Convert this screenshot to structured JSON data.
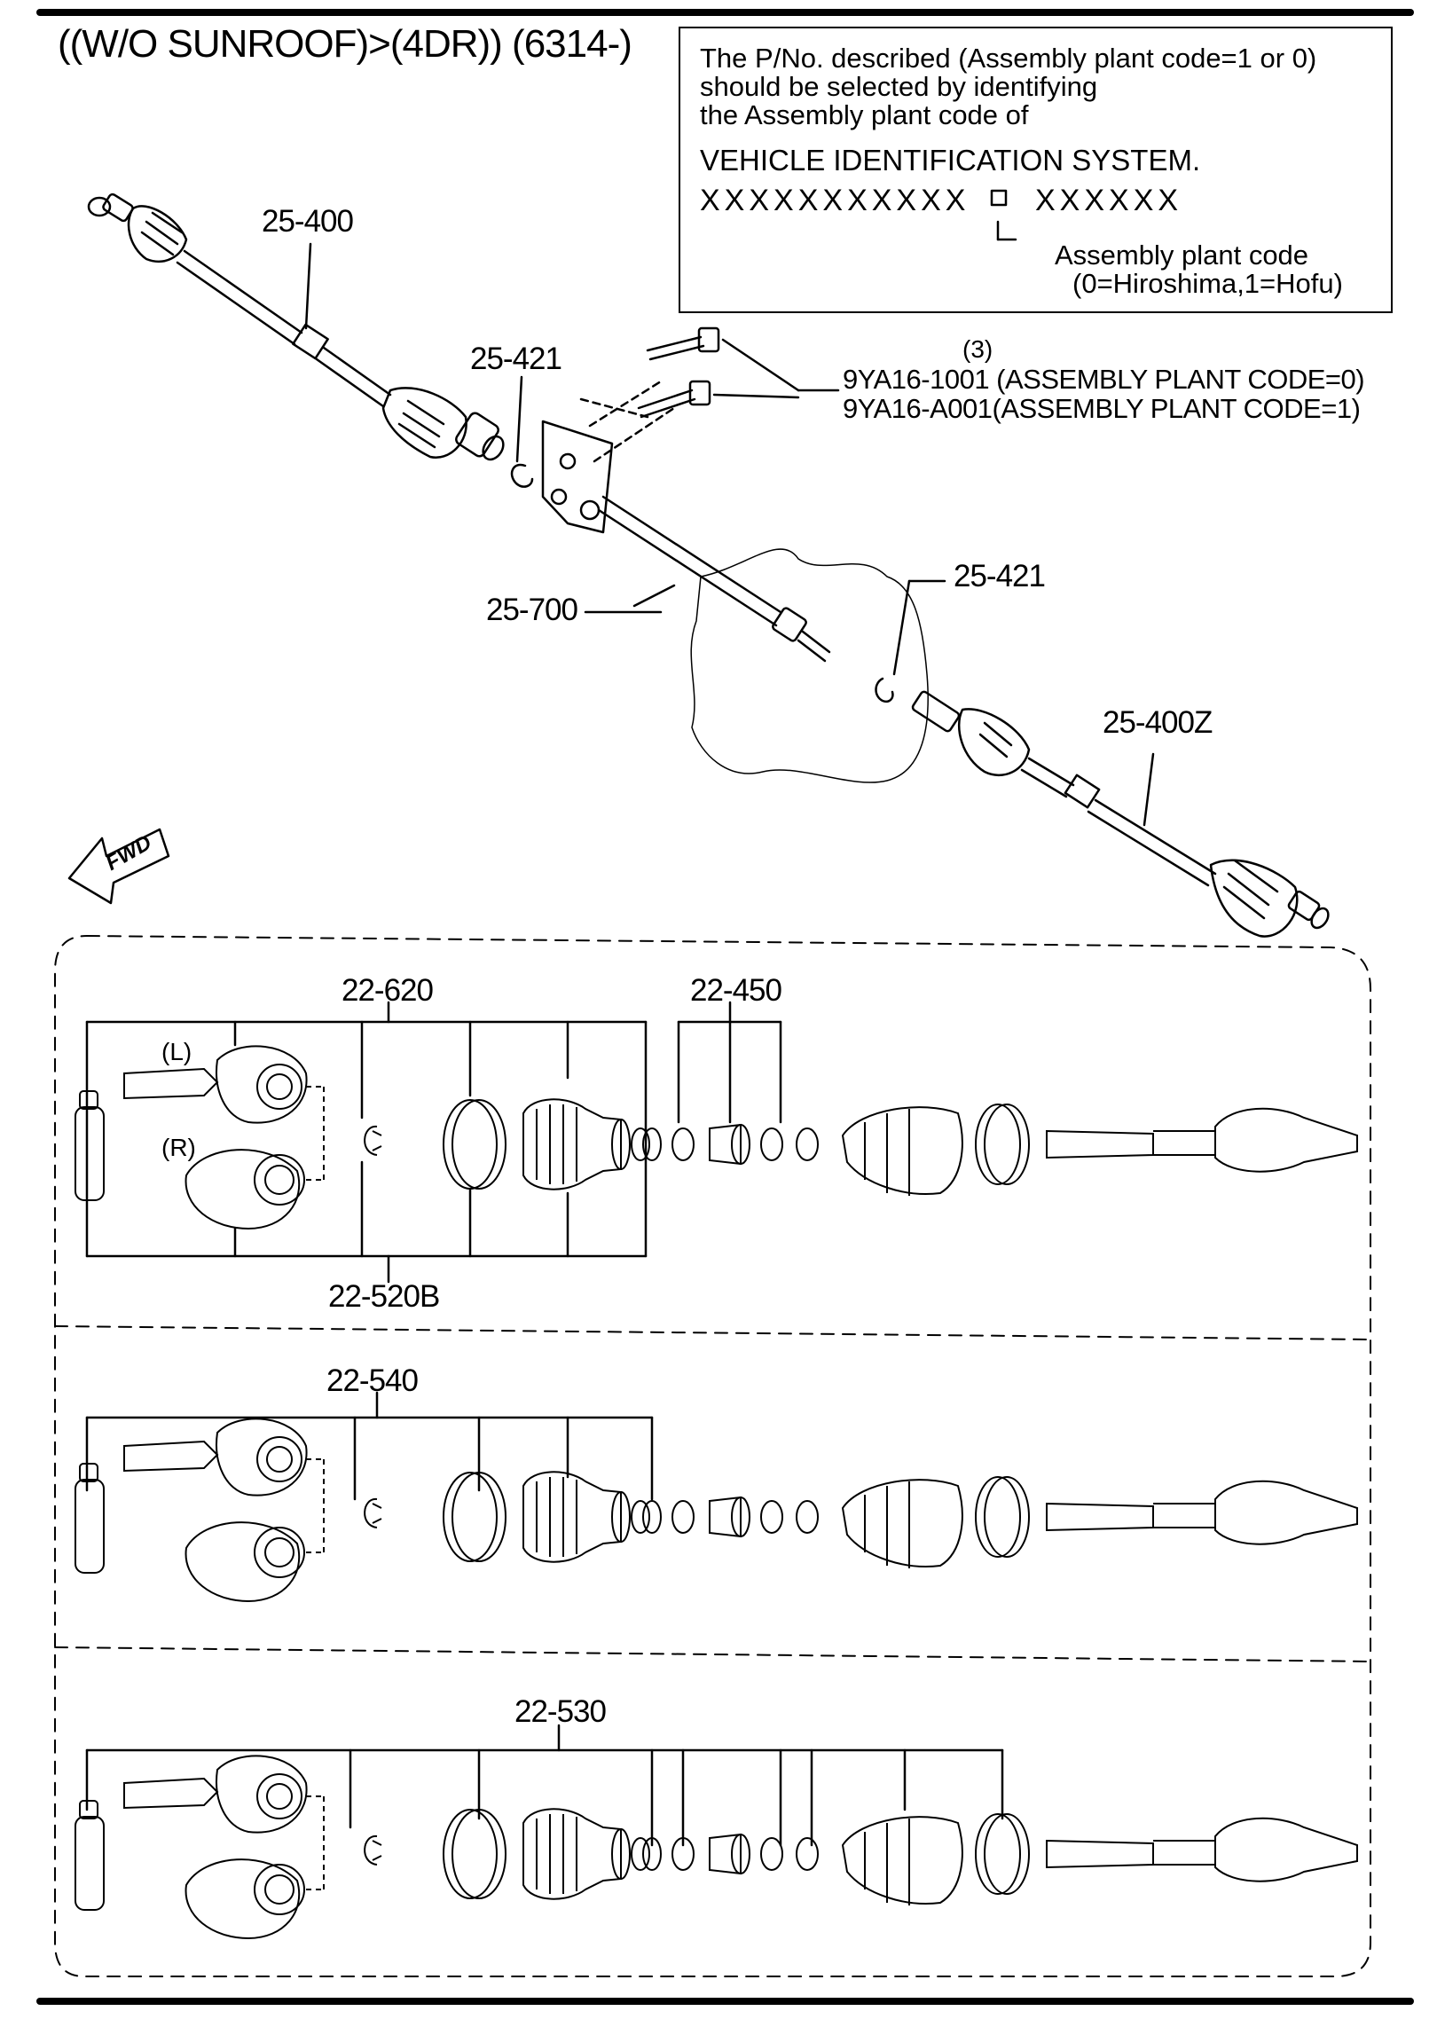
{
  "header": {
    "title": "((W/O SUNROOF)>(4DR)) (6314-)"
  },
  "note": {
    "line1": "The P/No. described (Assembly plant code=1 or 0)",
    "line2": "should be selected by identifying",
    "line3": "the Assembly plant code of",
    "line4": "VEHICLE IDENTIFICATION SYSTEM.",
    "vin_prefix": "XXXXXXXXXXX",
    "vin_suffix": "XXXXXX",
    "plant_label": "Assembly plant code",
    "plant_values": "(0=Hiroshima,1=Hofu)"
  },
  "callouts": {
    "shaft_left": "25-400",
    "clip_left": "25-421",
    "bolt_qty": "(3)",
    "bolt_a": "9YA16-1001 (ASSEMBLY PLANT CODE=0)",
    "bolt_b": "9YA16-A001(ASSEMBLY PLANT CODE=1)",
    "intermediate_shaft": "25-700",
    "clip_right": "25-421",
    "shaft_right": "25-400Z",
    "fwd": "FWD"
  },
  "detail": {
    "panel1_top": "22-620",
    "panel1_mid": "22-450",
    "panel1_bottom": "22-520B",
    "side_l": "(L)",
    "side_r": "(R)",
    "panel2_top": "22-540",
    "panel3_top": "22-530"
  }
}
